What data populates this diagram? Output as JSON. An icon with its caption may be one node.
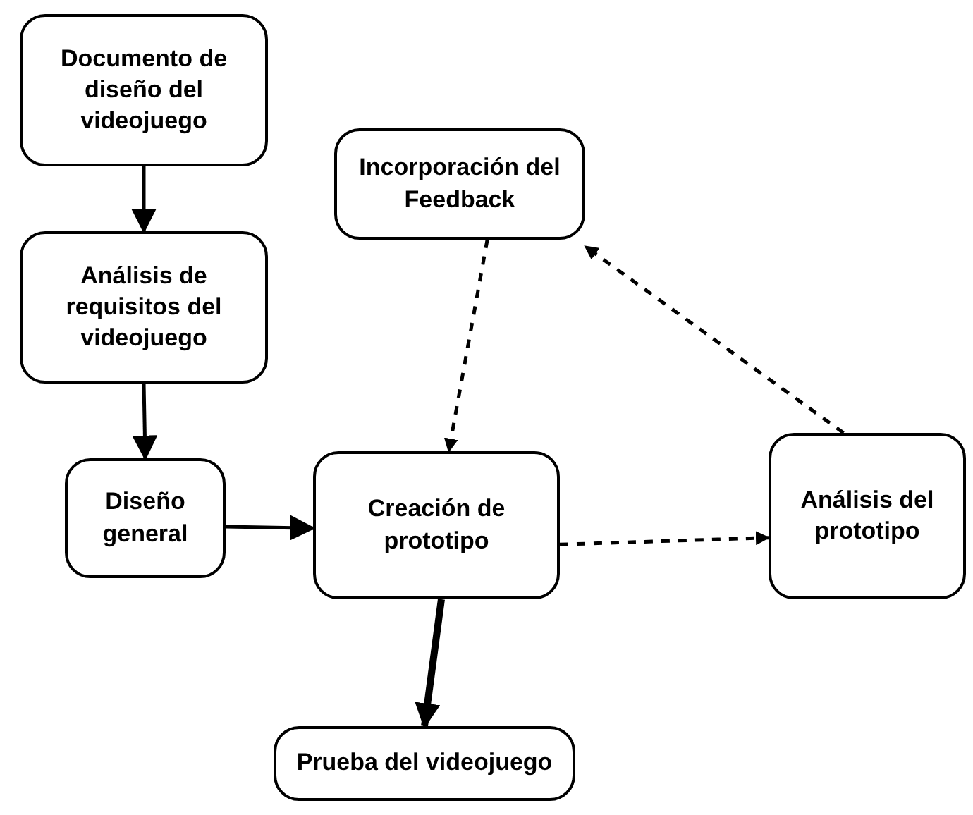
{
  "diagram": {
    "nodes": [
      {
        "text": [
          "Documento de diseño del videojuego"
        ]
      },
      {
        "text": [
          "Análisis de requisitos del videojuego"
        ]
      },
      {
        "text": [
          "Diseño general"
        ]
      },
      {
        "text": [
          "Creación de prototipo"
        ]
      },
      {
        "text": [
          "Incorporación del Feedback"
        ]
      },
      {
        "text": [
          "Análisis del prototipo"
        ]
      },
      {
        "text": [
          "Prueba del videojuego"
        ]
      }
    ],
    "edges": [
      {
        "from": 0,
        "to": 1,
        "arrow": "to"
      },
      {
        "from": 1,
        "to": 2,
        "arrow": "to"
      },
      {
        "from": 2,
        "to": 3,
        "arrow": "to"
      },
      {
        "from": 3,
        "to": 6,
        "arrow": "to",
        "style": "thick"
      },
      {
        "from": 4,
        "to": 3,
        "arrow": "to",
        "style": "dashed"
      },
      {
        "from": 3,
        "to": 5,
        "arrow": "to",
        "style": "dashed"
      },
      {
        "from": 5,
        "to": 4,
        "arrow": "to",
        "style": "dashed"
      }
    ]
  }
}
